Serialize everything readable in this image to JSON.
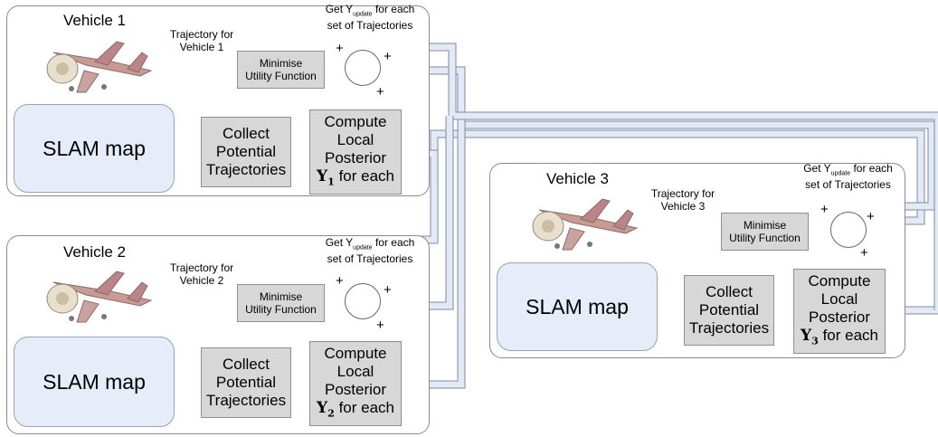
{
  "vehicles": [
    {
      "title": "Vehicle 1",
      "slam_label": "SLAM map",
      "collect_label": "Collect\nPotential\nTrajectories",
      "compute_line1": "Compute",
      "compute_line2": "Local",
      "compute_line3": "Posterior",
      "compute_symbol": "Y",
      "compute_sub": "1",
      "compute_suffix": "for each",
      "minimise_label": "Minimise\nUtility Function",
      "trajectory_label": "Trajectory for\nVehicle 1",
      "get_prefix": "Get Y",
      "get_sub": "update",
      "get_suffix": "for each",
      "get_line2": "set of Trajectories",
      "plus": "+"
    },
    {
      "title": "Vehicle 2",
      "slam_label": "SLAM map",
      "collect_label": "Collect\nPotential\nTrajectories",
      "compute_line1": "Compute",
      "compute_line2": "Local",
      "compute_line3": "Posterior",
      "compute_symbol": "Y",
      "compute_sub": "2",
      "compute_suffix": "for each",
      "minimise_label": "Minimise\nUtility Function",
      "trajectory_label": "Trajectory for\nVehicle 2",
      "get_prefix": "Get Y",
      "get_sub": "update",
      "get_suffix": "for each",
      "get_line2": "set of Trajectories",
      "plus": "+"
    },
    {
      "title": "Vehicle 3",
      "slam_label": "SLAM map",
      "collect_label": "Collect\nPotential\nTrajectories",
      "compute_line1": "Compute",
      "compute_line2": "Local",
      "compute_line3": "Posterior",
      "compute_symbol": "Y",
      "compute_sub": "3",
      "compute_suffix": "for each",
      "minimise_label": "Minimise\nUtility Function",
      "trajectory_label": "Trajectory for\nVehicle 3",
      "get_prefix": "Get Y",
      "get_sub": "update",
      "get_suffix": "for each",
      "get_line2": "set of Trajectories",
      "plus": "+"
    }
  ],
  "colors": {
    "arrow_fill": "#e3eaf6",
    "arrow_stroke": "#7f8aa0",
    "process_fill": "#d7d7d7",
    "slam_fill": "#e6ecf8"
  }
}
